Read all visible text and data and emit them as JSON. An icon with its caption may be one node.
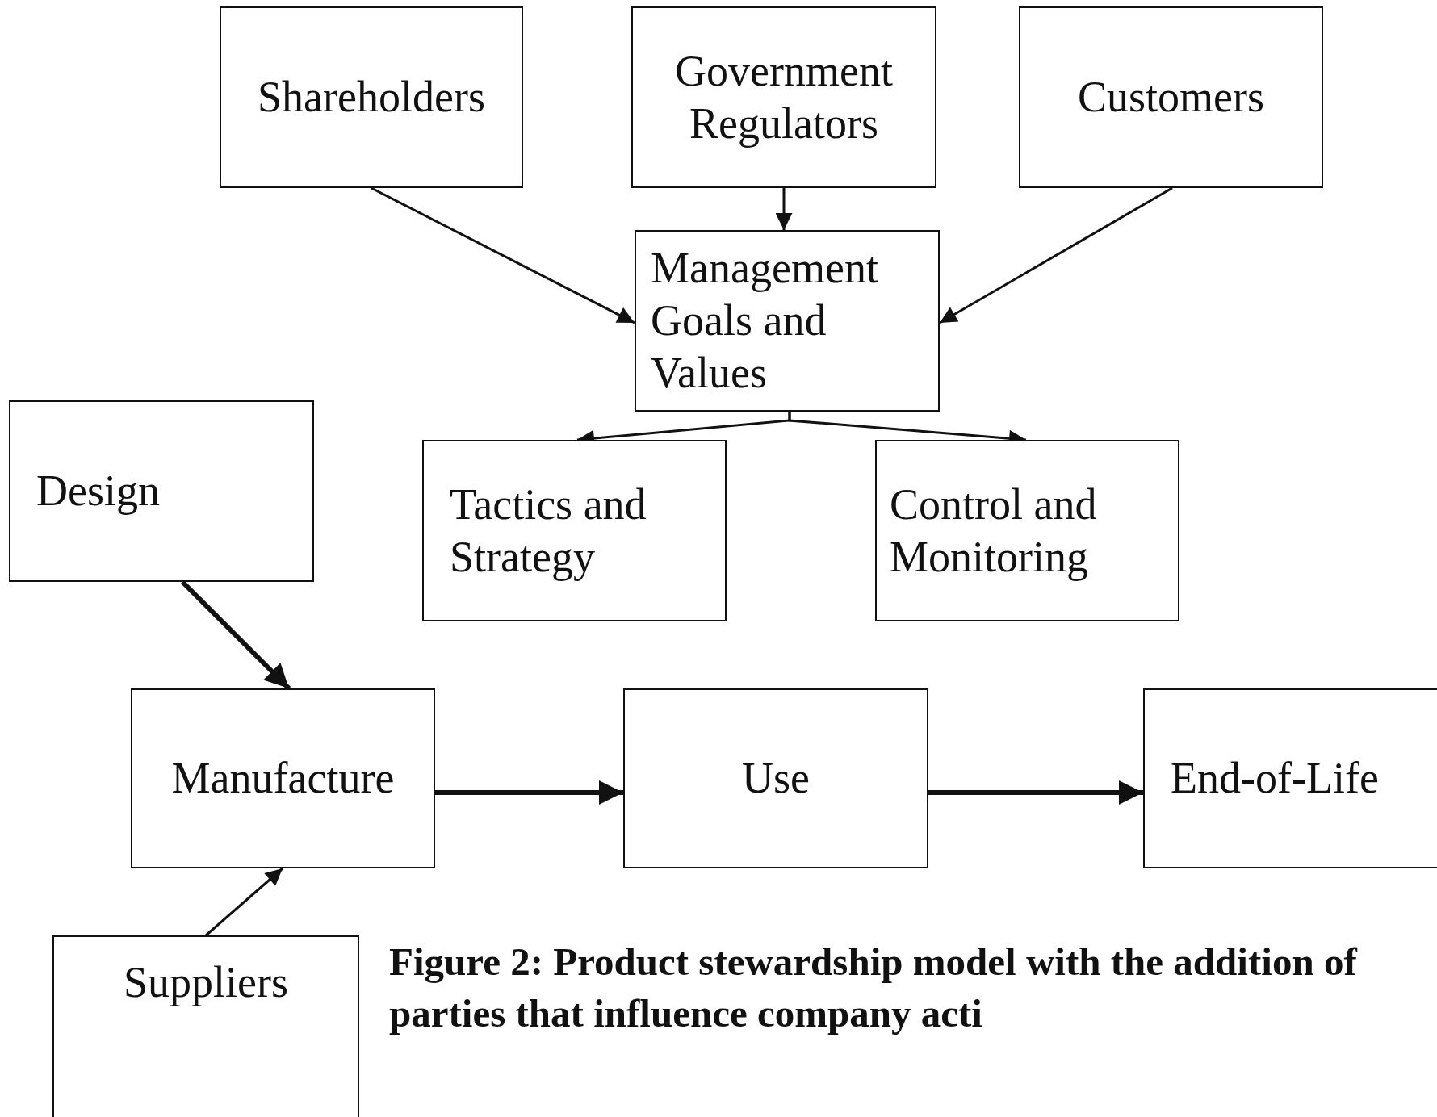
{
  "diagram": {
    "caption": "Figure 2: Product stewardship model with the addition of parties that influence company acti",
    "nodes": [
      {
        "text": [
          "Shareholders"
        ]
      },
      {
        "text": [
          "Government Regulators"
        ]
      },
      {
        "text": [
          "Customers"
        ]
      },
      {
        "text": [
          "Management Goals and Values"
        ]
      },
      {
        "text": [
          "Design"
        ]
      },
      {
        "text": [
          "Tactics and Strategy"
        ]
      },
      {
        "text": [
          "Control and Monitoring"
        ]
      },
      {
        "text": [
          "Manufacture"
        ]
      },
      {
        "text": [
          "Use"
        ]
      },
      {
        "text": [
          "End-of-Life"
        ]
      },
      {
        "text": [
          "Suppliers"
        ]
      }
    ],
    "edges": [
      {
        "from": 0,
        "to": 3,
        "arrow": "to"
      },
      {
        "from": 1,
        "to": 3,
        "arrow": "to"
      },
      {
        "from": 2,
        "to": 3,
        "arrow": "to"
      },
      {
        "from": 3,
        "to": 5,
        "arrow": "to"
      },
      {
        "from": 3,
        "to": 6,
        "arrow": "to"
      },
      {
        "from": 4,
        "to": 7,
        "arrow": "to",
        "style": "thick"
      },
      {
        "from": 10,
        "to": 7,
        "arrow": "to"
      },
      {
        "from": 7,
        "to": 8,
        "arrow": "to",
        "style": "thick"
      },
      {
        "from": 8,
        "to": 9,
        "arrow": "to",
        "style": "thick"
      }
    ]
  }
}
